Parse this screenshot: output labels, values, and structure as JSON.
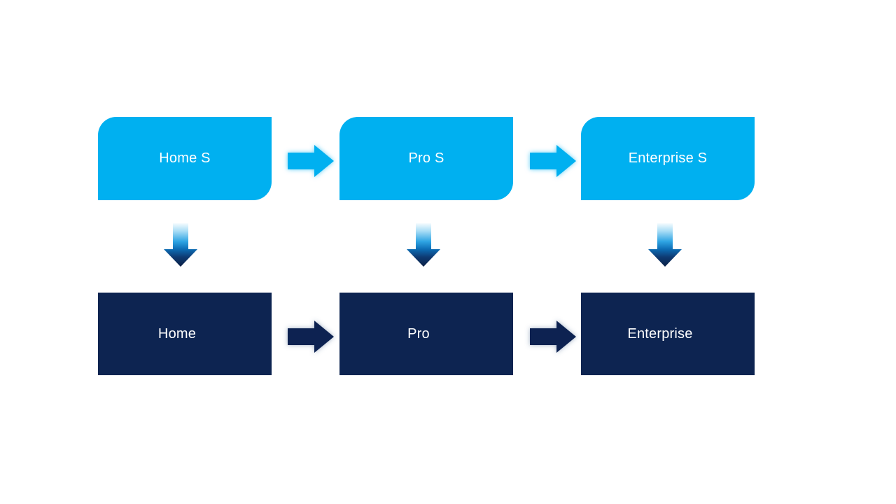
{
  "diagram": {
    "title": "product-upgrade-flow",
    "rows": {
      "top": {
        "style": "light-rounded",
        "items": [
          {
            "label": "Home S"
          },
          {
            "label": "Pro S"
          },
          {
            "label": "Enterprise S"
          }
        ]
      },
      "bottom": {
        "style": "dark-rectangle",
        "items": [
          {
            "label": "Home"
          },
          {
            "label": "Pro"
          },
          {
            "label": "Enterprise"
          }
        ]
      }
    },
    "edges": [
      {
        "from": "Home S",
        "to": "Pro S",
        "direction": "right"
      },
      {
        "from": "Pro S",
        "to": "Enterprise S",
        "direction": "right"
      },
      {
        "from": "Home",
        "to": "Pro",
        "direction": "right"
      },
      {
        "from": "Pro",
        "to": "Enterprise",
        "direction": "right"
      },
      {
        "from": "Home S",
        "to": "Home",
        "direction": "down"
      },
      {
        "from": "Pro S",
        "to": "Pro",
        "direction": "down"
      },
      {
        "from": "Enterprise S",
        "to": "Enterprise",
        "direction": "down"
      }
    ]
  },
  "colors": {
    "light": "#00b0f0",
    "dark": "#0d2451",
    "text": "#ffffff",
    "bg": "#ffffff"
  }
}
